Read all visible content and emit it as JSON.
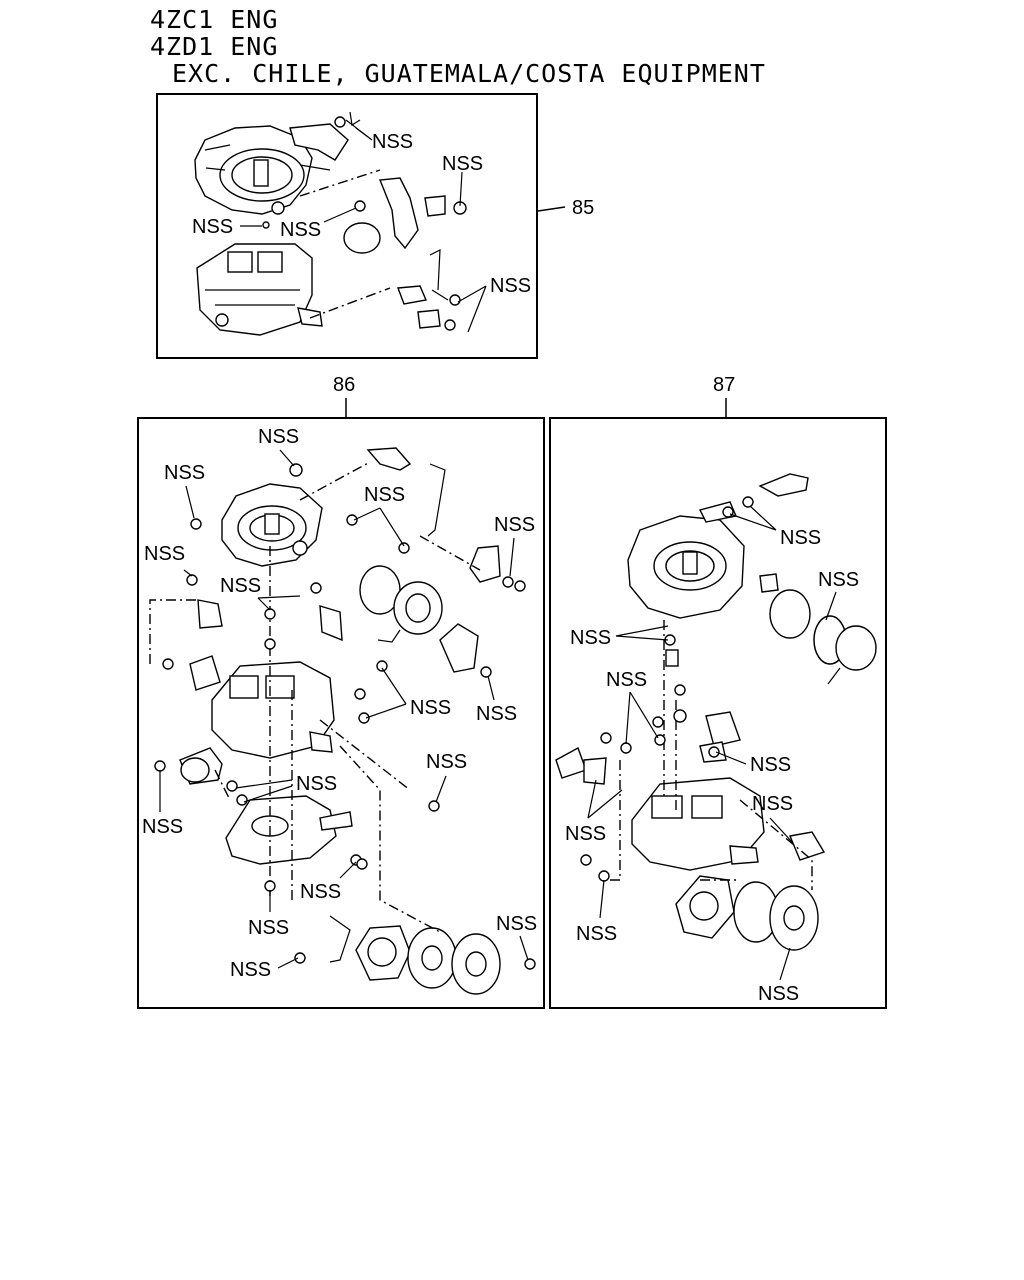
{
  "header": {
    "line1": "4ZC1 ENG",
    "line2": "4ZD1 ENG",
    "line3": "EXC. CHILE, GUATEMALA/COSTA EQUIPMENT"
  },
  "panels": {
    "p85": {
      "ref": "85"
    },
    "p86": {
      "ref": "86"
    },
    "p87": {
      "ref": "87"
    }
  },
  "nss": "NSS"
}
